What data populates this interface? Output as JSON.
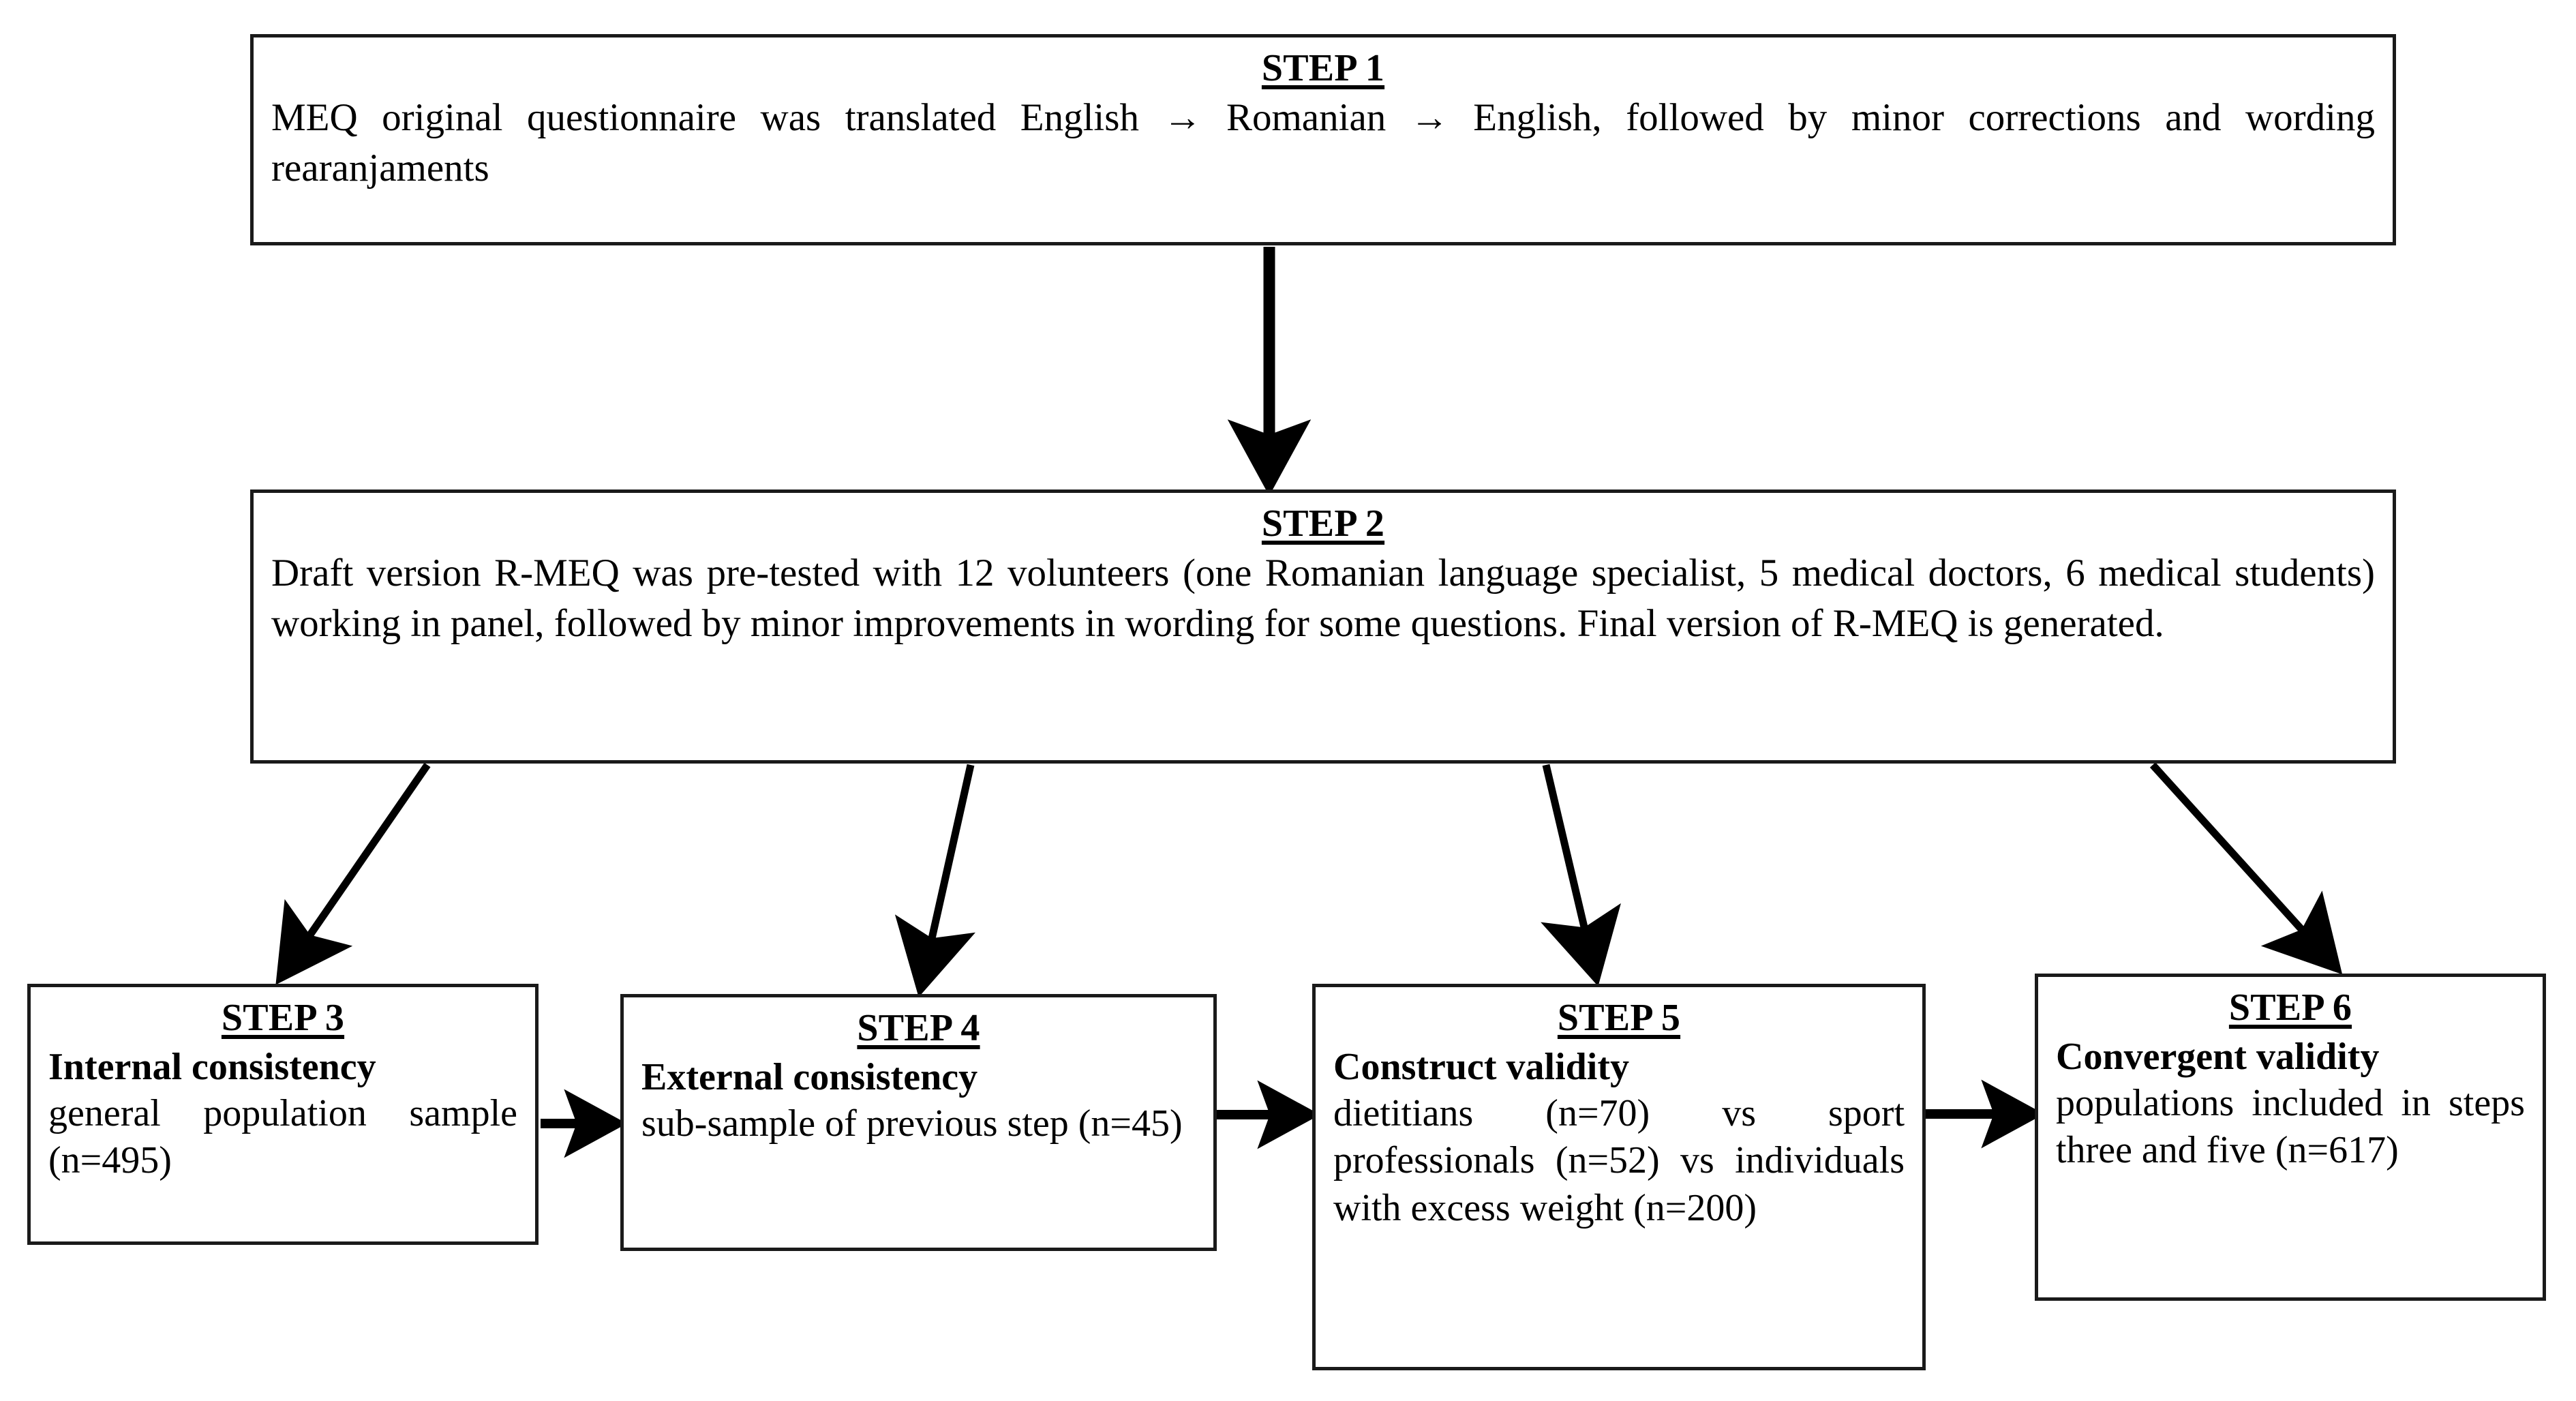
{
  "diagram": {
    "type": "flowchart",
    "title": "R-MEQ questionnaire validation steps",
    "background_color": "#ffffff",
    "line_color": "#000000",
    "border_color": "#1a1a1a"
  },
  "nodes": {
    "step1": {
      "title": "STEP 1",
      "body": "MEQ original questionnaire was translated English → Romanian → English, followed by minor corrections and wording rearanjaments"
    },
    "step2": {
      "title": "STEP 2",
      "body": "Draft version R-MEQ was pre-tested with 12 volunteers (one Romanian language specialist, 5 medical doctors, 6 medical students) working in panel, followed by minor improvements in wording for some questions. Final version of R-MEQ is generated."
    },
    "step3": {
      "title": "STEP 3",
      "subtitle": "Internal consistency",
      "body": "general population sample (n=495)"
    },
    "step4": {
      "title": "STEP 4",
      "subtitle": "External consistency",
      "body": "sub-sample of previous step (n=45)"
    },
    "step5": {
      "title": "STEP 5",
      "subtitle": "Construct validity",
      "body": "dietitians (n=70) vs sport professionals (n=52) vs individuals with excess weight (n=200)"
    },
    "step6": {
      "title": "STEP 6",
      "subtitle": "Convergent validity",
      "body": "populations included in steps three and five (n=617)"
    }
  },
  "edges": [
    {
      "name": "step1-to-step2",
      "from": "step1",
      "to": "step2",
      "style": "vertical-thick-arrow"
    },
    {
      "name": "step2-to-step3",
      "from": "step2",
      "to": "step3",
      "style": "diagonal-arrow"
    },
    {
      "name": "step2-to-step4",
      "from": "step2",
      "to": "step4",
      "style": "diagonal-arrow"
    },
    {
      "name": "step2-to-step5",
      "from": "step2",
      "to": "step5",
      "style": "diagonal-arrow"
    },
    {
      "name": "step2-to-step6",
      "from": "step2",
      "to": "step6",
      "style": "diagonal-arrow"
    },
    {
      "name": "step3-to-step4",
      "from": "step3",
      "to": "step4",
      "style": "horizontal-arrow"
    },
    {
      "name": "step4-to-step5",
      "from": "step4",
      "to": "step5",
      "style": "horizontal-arrow"
    },
    {
      "name": "step5-to-step6",
      "from": "step5",
      "to": "step6",
      "style": "horizontal-arrow"
    }
  ]
}
